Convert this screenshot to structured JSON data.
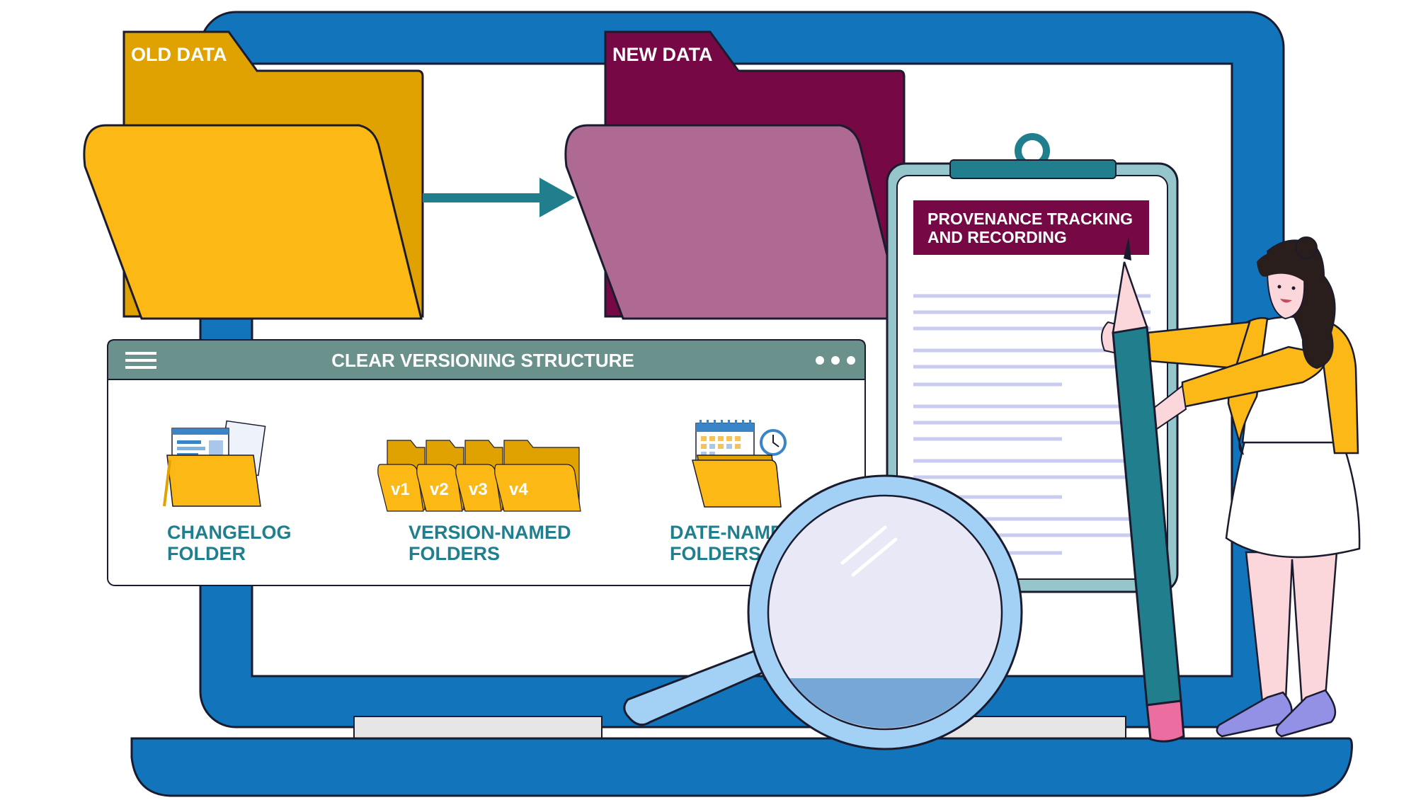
{
  "folders": {
    "old": {
      "label": "OLD DATA"
    },
    "new": {
      "label": "NEW DATA"
    }
  },
  "panel": {
    "title": "CLEAR VERSIONING STRUCTURE",
    "items": [
      {
        "line1": "CHANGELOG",
        "line2": "FOLDER"
      },
      {
        "line1": "VERSION-NAMED",
        "line2": "FOLDERS",
        "tabs": [
          "v1",
          "v2",
          "v3",
          "v4"
        ]
      },
      {
        "line1": "DATE-NAMED",
        "line2": "FOLDERS"
      }
    ]
  },
  "clipboard": {
    "heading_line1": "PROVENANCE TRACKING",
    "heading_line2": "AND RECORDING"
  },
  "colors": {
    "laptop_blue": "#1275bb",
    "old_folder_back": "#dfa200",
    "old_folder_front": "#fcb814",
    "new_folder_back": "#760845",
    "new_folder_front": "#ae6a93",
    "arrow_teal": "#207e8d",
    "panel_header": "#6a918c",
    "panel_text_teal": "#1f7f8f",
    "clipboard_heading_bg": "#760845",
    "pencil_teal": "#217e8d",
    "jacket_yellow": "#fbb817",
    "glass_blue": "#a2d1f5"
  },
  "icons": [
    "hamburger-menu-icon",
    "more-dots-icon",
    "magnifying-glass-icon",
    "pencil-icon",
    "clipboard-icon",
    "calendar-icon",
    "clock-icon"
  ]
}
